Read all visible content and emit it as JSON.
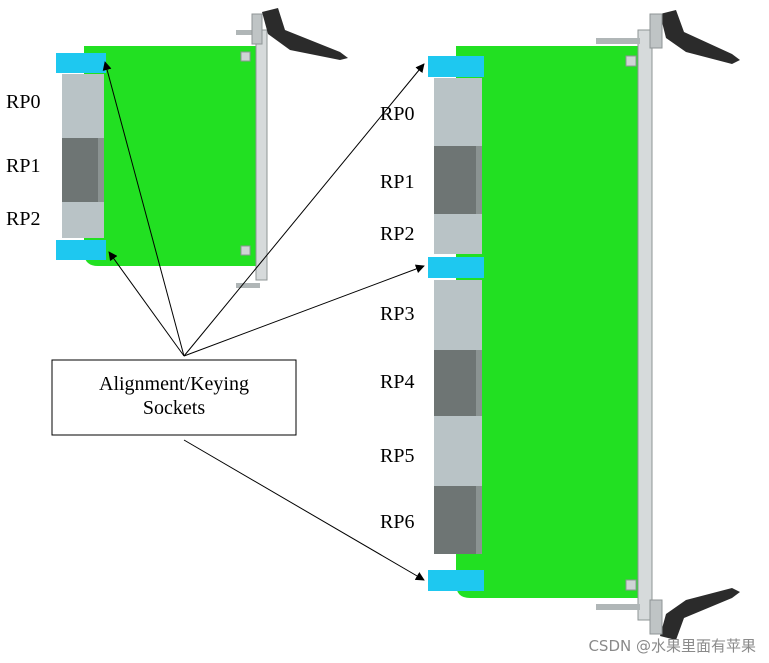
{
  "small_card": {
    "connector_labels": [
      "RP0",
      "RP1",
      "RP2"
    ]
  },
  "large_card": {
    "connector_labels": [
      "RP0",
      "RP1",
      "RP2",
      "RP3",
      "RP4",
      "RP5",
      "RP6"
    ]
  },
  "callout": {
    "line1": "Alignment/Keying",
    "line2": "Sockets"
  },
  "watermark": "CSDN @水果里面有苹果",
  "colors": {
    "pcb": "#22e022",
    "key_socket": "#1ec8f0",
    "connector_light": "#b9c3c6",
    "connector_dark": "#6e7574",
    "panel": "#d6dadb",
    "handle": "#2b2b2b"
  }
}
